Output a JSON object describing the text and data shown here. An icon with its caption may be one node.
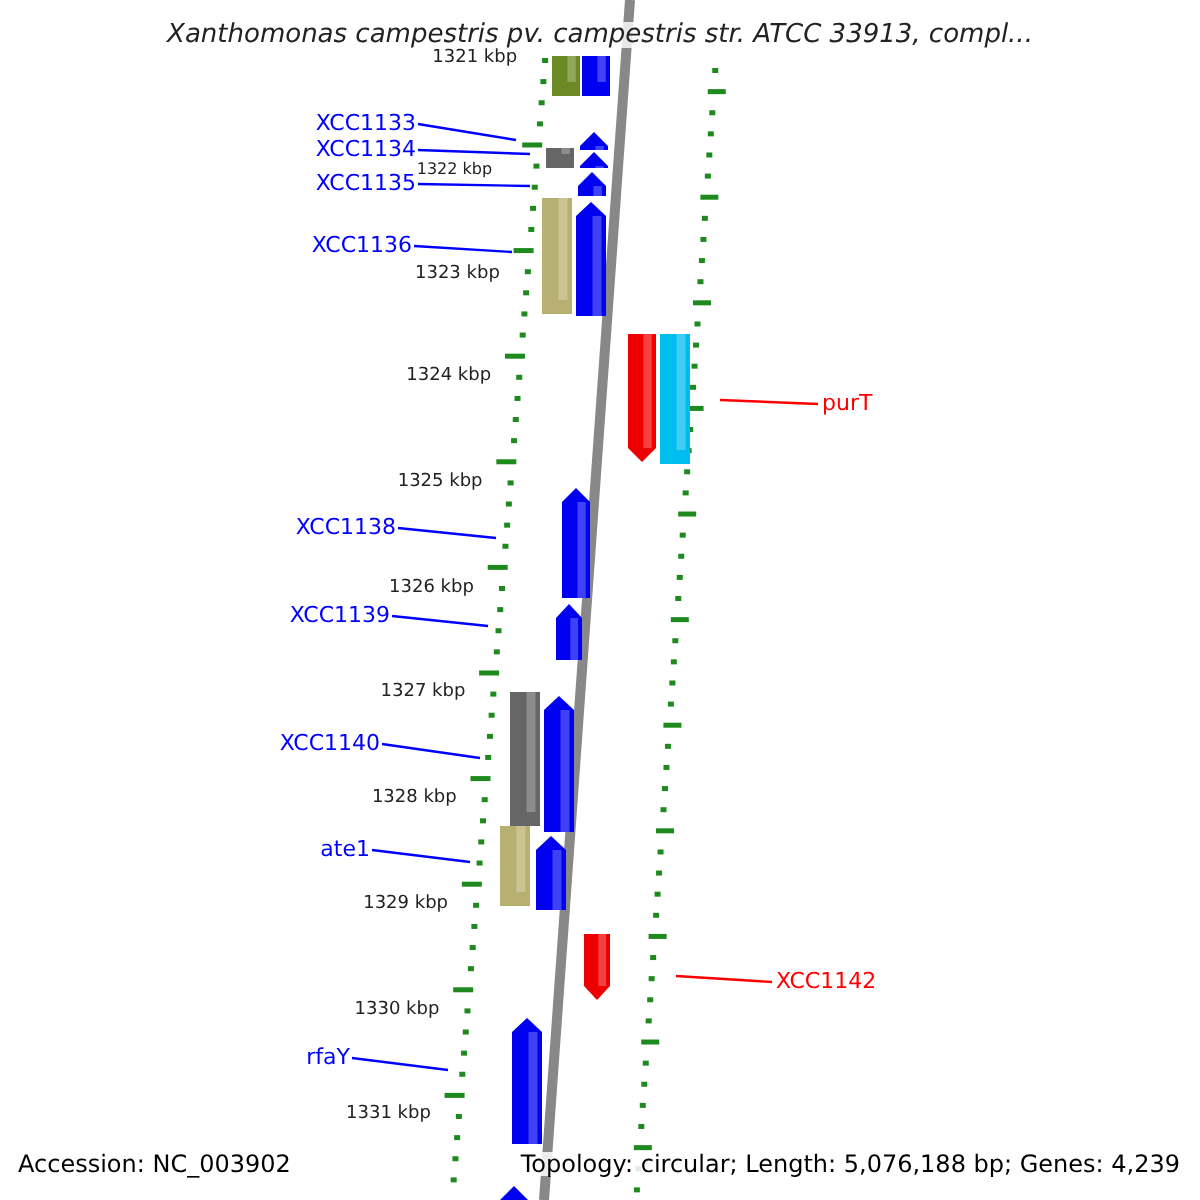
{
  "diagram": {
    "title": "Xanthomonas campestris pv. campestris str. ATCC 33913, compl...",
    "nodes": [
      {
        "text": [
          "XCC1133"
        ]
      },
      {
        "text": [
          "XCC1134"
        ]
      },
      {
        "text": [
          "XCC1135"
        ]
      },
      {
        "text": [
          "XCC1136"
        ]
      },
      {
        "text": [
          "purT"
        ]
      },
      {
        "text": [
          "XCC1138"
        ]
      },
      {
        "text": [
          "XCC1139"
        ]
      },
      {
        "text": [
          "XCC1140"
        ]
      },
      {
        "text": [
          "ate1"
        ]
      },
      {
        "text": [
          "XCC1142"
        ]
      },
      {
        "text": [
          "rfaY"
        ]
      }
    ],
    "edges": [
      {
        "from": 0,
        "to": null,
        "arrow": "none"
      },
      {
        "from": 1,
        "to": null,
        "arrow": "none"
      },
      {
        "from": 2,
        "to": null,
        "arrow": "none"
      },
      {
        "from": 3,
        "to": null,
        "arrow": "none"
      },
      {
        "from": 4,
        "to": null,
        "arrow": "none",
        "color": "#ff0000"
      },
      {
        "from": 5,
        "to": null,
        "arrow": "none"
      },
      {
        "from": 6,
        "to": null,
        "arrow": "none"
      },
      {
        "from": 7,
        "to": null,
        "arrow": "none"
      },
      {
        "from": 8,
        "to": null,
        "arrow": "none"
      },
      {
        "from": 9,
        "to": null,
        "arrow": "none",
        "color": "#ff0000"
      },
      {
        "from": 10,
        "to": null,
        "arrow": "none"
      }
    ],
    "labels": [
      "1321 kbp",
      "1322 kbp",
      "1323 kbp",
      "1324 kbp",
      "1325 kbp",
      "1326 kbp",
      "1327 kbp",
      "1328 kbp",
      "1329 kbp",
      "1330 kbp",
      "1331 kbp",
      "Accession: NC_003902",
      "Topology: circular; Length: 5,076,188 bp; Genes: 4,239"
    ]
  }
}
